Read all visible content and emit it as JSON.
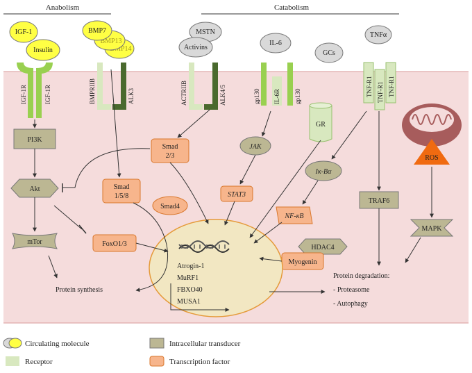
{
  "headers": {
    "anabolism": "Anabolism",
    "catabolism": "Catabolism"
  },
  "colors": {
    "circulating": "#ffff44",
    "circulating_gray": "#d9d9d9",
    "receptor_light": "#d8e8bf",
    "receptor_bright": "#99d050",
    "receptor_dark": "#4a6a2e",
    "transducer": "#bcb793",
    "tf": "#f7b58c",
    "tf_border": "#d9772c",
    "cell": "#f5dcdc",
    "nucleus": "#f2e7c2",
    "nucleus_border": "#e59a3a",
    "ros": "#f06a10",
    "mito": "#a75c5c"
  },
  "ligands": {
    "igf1": "IGF-1",
    "insulin": "Insulin",
    "bmp7": "BMP7",
    "bmp13": "BMP13",
    "bmp14": "BMP14",
    "mstn": "MSTN",
    "activins": "Activins",
    "il6": "IL-6",
    "gcs": "GCs",
    "tnfa": "TNFα"
  },
  "receptors": {
    "igf1r_a": "IGF-1R",
    "igf1r_b": "IGF-1R",
    "bmpriib": "BMPRIIB",
    "alk3": "ALK3",
    "actriib": "ACTRIIB",
    "alk45": "ALK4/5",
    "gp130_a": "gp130",
    "il6r": "IL-6R",
    "gp130_b": "gp130",
    "gr": "GR",
    "tnfr1_a": "TNF-R1",
    "tnfr1_b": "TNF-R1",
    "tnfr1_c": "TNF-R1"
  },
  "transducers": {
    "pi3k": "PI3K",
    "akt": "Akt",
    "mtor": "mTor",
    "jak": "JAK",
    "ikba": "Iκ-Bα",
    "traf6": "TRAF6",
    "mapk": "MAPK",
    "hdac4": "HDAC4",
    "smad4": "Smad4"
  },
  "tfs": {
    "smad23_a": "Smad",
    "smad23_b": "2/3",
    "smad158_a": "Smad",
    "smad158_b": "1/5/8",
    "stat3": "STAT3",
    "nfkb": "NF-κB",
    "foxo": "FoxO1/3",
    "myogenin": "Myogenin"
  },
  "ros": "ROS",
  "genes": [
    "Atrogin-1",
    "MuRF1",
    "FBXO40",
    "MUSA1"
  ],
  "outcomes": {
    "synthesis": "Protein synthesis",
    "degradation": "Protein degradation:",
    "proteasome": "- Proteasome",
    "autophagy": "- Autophagy"
  },
  "legend": {
    "circulating": "Circulating molecule",
    "receptor": "Receptor",
    "transducer": "Intracellular transducer",
    "tf": "Transcription factor"
  }
}
